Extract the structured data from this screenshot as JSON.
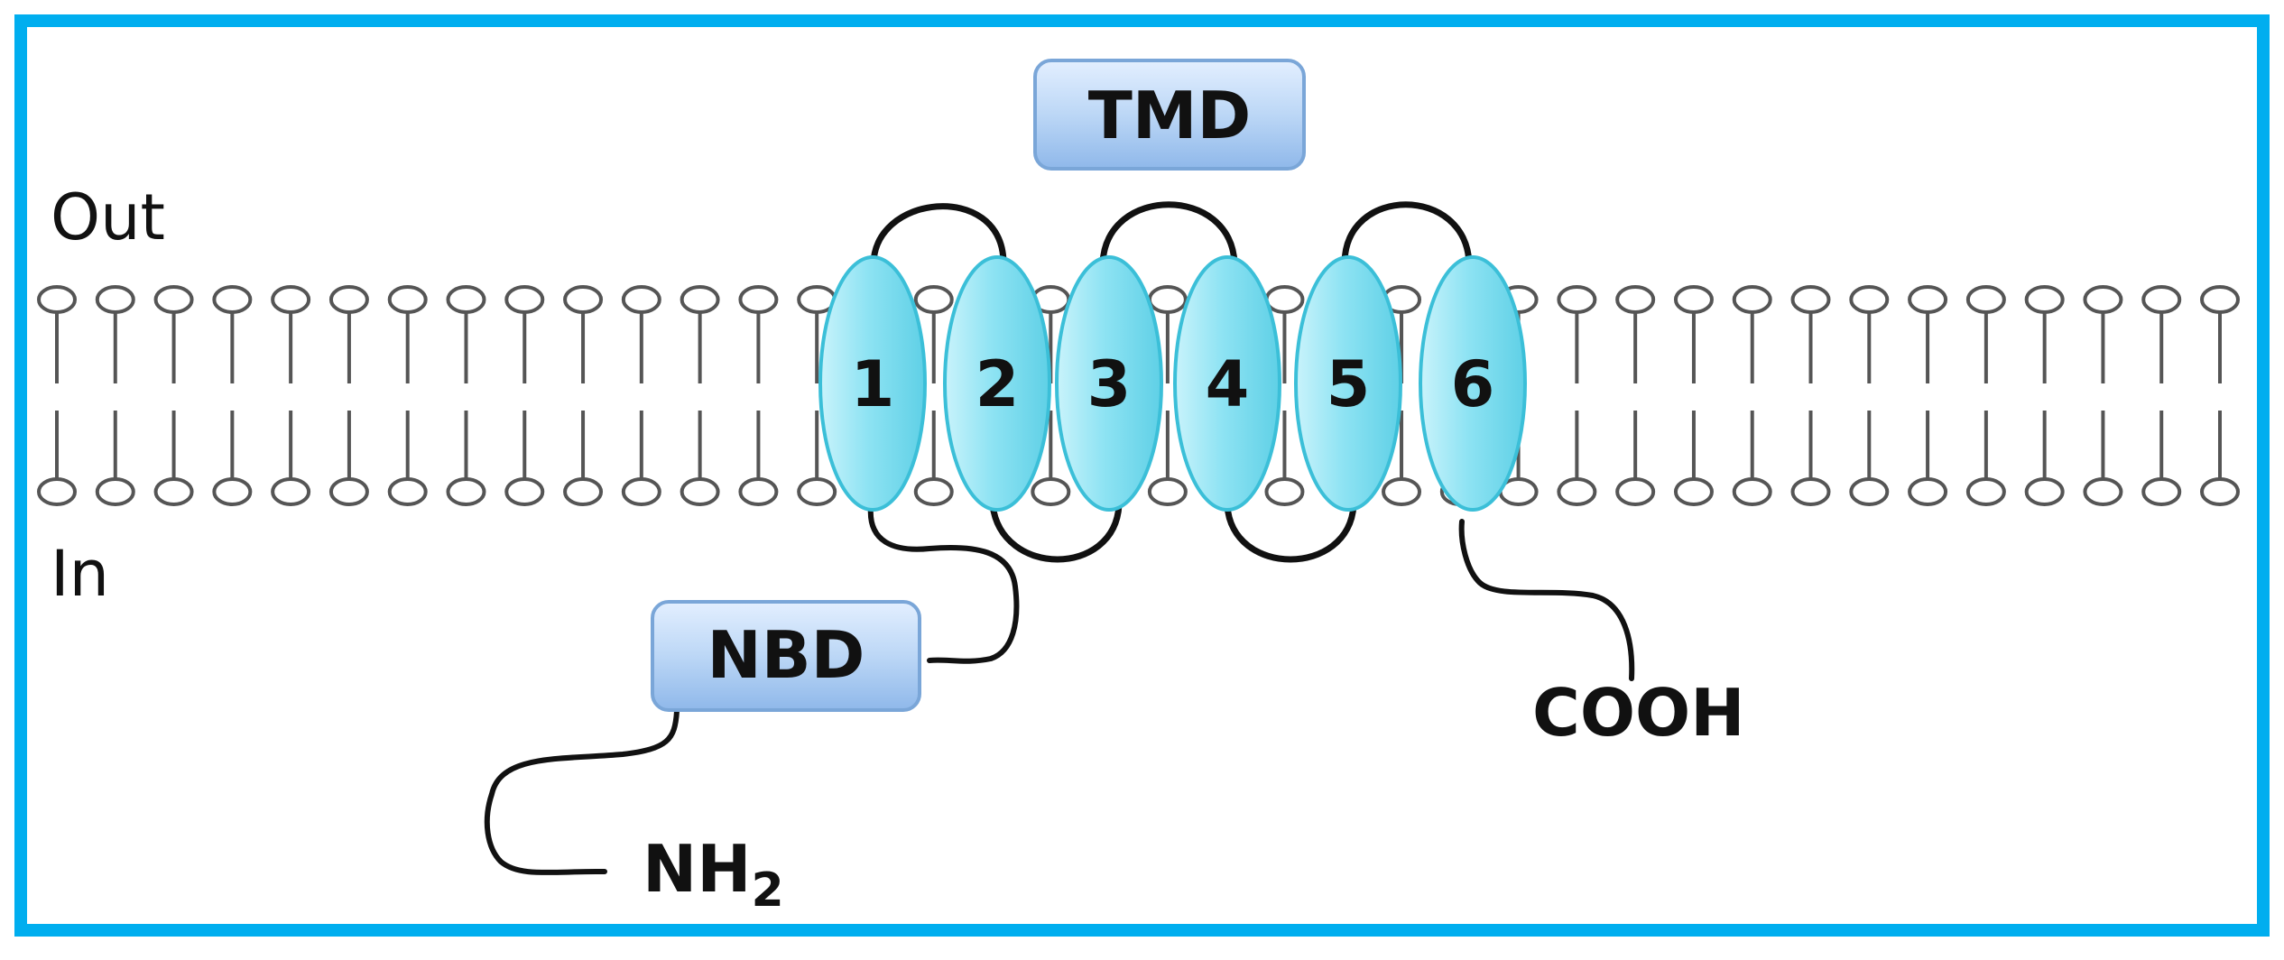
{
  "regions": {
    "outside": "Out",
    "inside": "In"
  },
  "domains": {
    "tmd": "TMD",
    "nbd": "NBD"
  },
  "termini": {
    "n_terminus": "NH",
    "n_terminus_subscript": "2",
    "c_terminus": "COOH"
  },
  "helices": [
    "1",
    "2",
    "3",
    "4",
    "5",
    "6"
  ],
  "colors": {
    "frame": "#00aeef",
    "helix_fill": "#8ee3f3",
    "helix_stroke": "#3bbfd8",
    "box_fill": "#b5d4f5",
    "box_stroke": "#7aa6d8",
    "line": "#111111",
    "lipid": "#555555"
  }
}
